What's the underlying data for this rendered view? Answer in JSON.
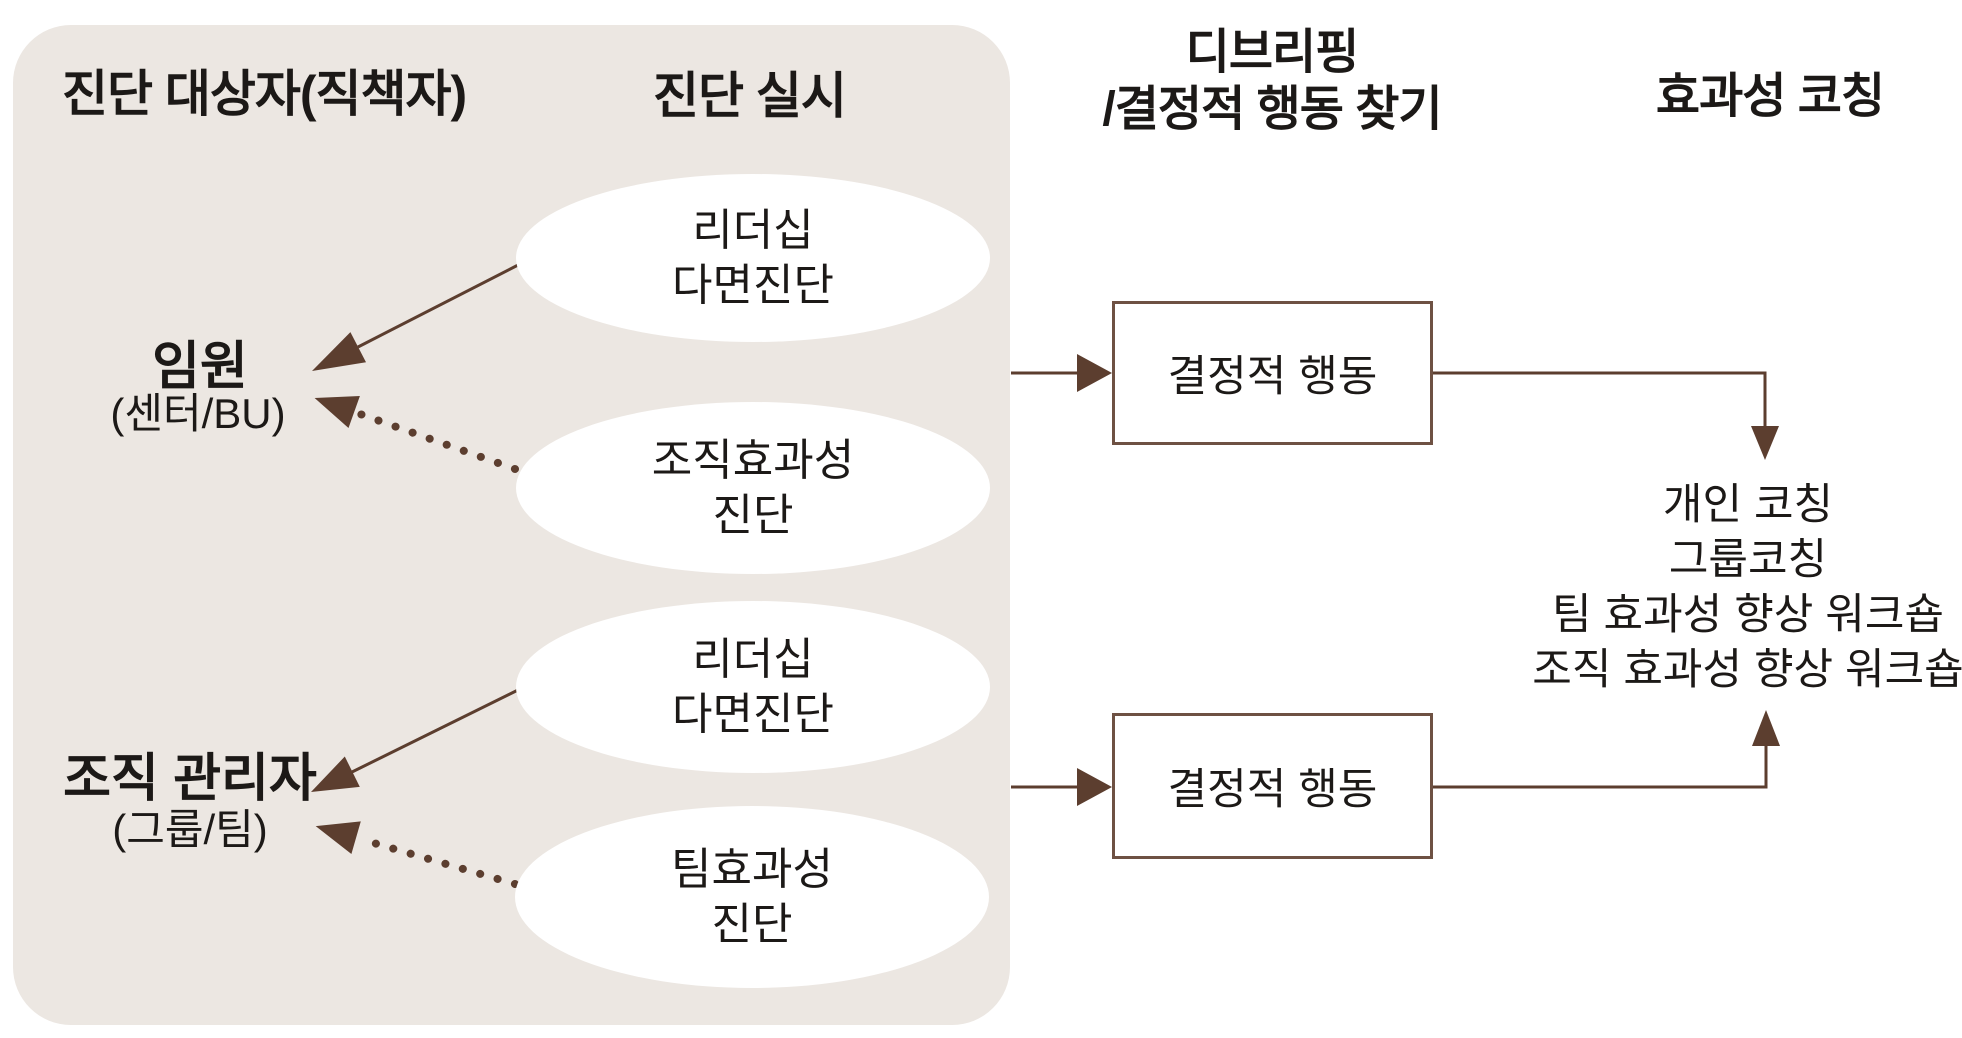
{
  "colors": {
    "background": "#FFFFFF",
    "panel_bg": "#ECE7E2",
    "arrow": "#5C3E2F",
    "box_border": "#6E5143",
    "ellipse_bg": "#FFFFFF",
    "text": "#1C1917"
  },
  "headers": {
    "col1": "진단 대상자(직책자)",
    "col2": "진단 실시",
    "col3_line1": "디브리핑",
    "col3_line2": "/결정적 행동 찾기",
    "col4": "효과성 코칭"
  },
  "targets": [
    {
      "name": "임원",
      "sub": "(센터/BU)"
    },
    {
      "name": "조직 관리자",
      "sub": "(그룹/팀)"
    }
  ],
  "assessments": [
    {
      "line1": "리더십",
      "line2": "다면진단"
    },
    {
      "line1": "조직효과성",
      "line2": "진단"
    },
    {
      "line1": "리더십",
      "line2": "다면진단"
    },
    {
      "line1": "팀효과성",
      "line2": "진단"
    }
  ],
  "behavior_boxes": [
    {
      "label": "결정적 행동"
    },
    {
      "label": "결정적 행동"
    }
  ],
  "coaching_items": [
    "개인 코칭",
    "그룹코칭",
    "팀 효과성 향상 워크숍",
    "조직 효과성 향상 워크숍"
  ]
}
